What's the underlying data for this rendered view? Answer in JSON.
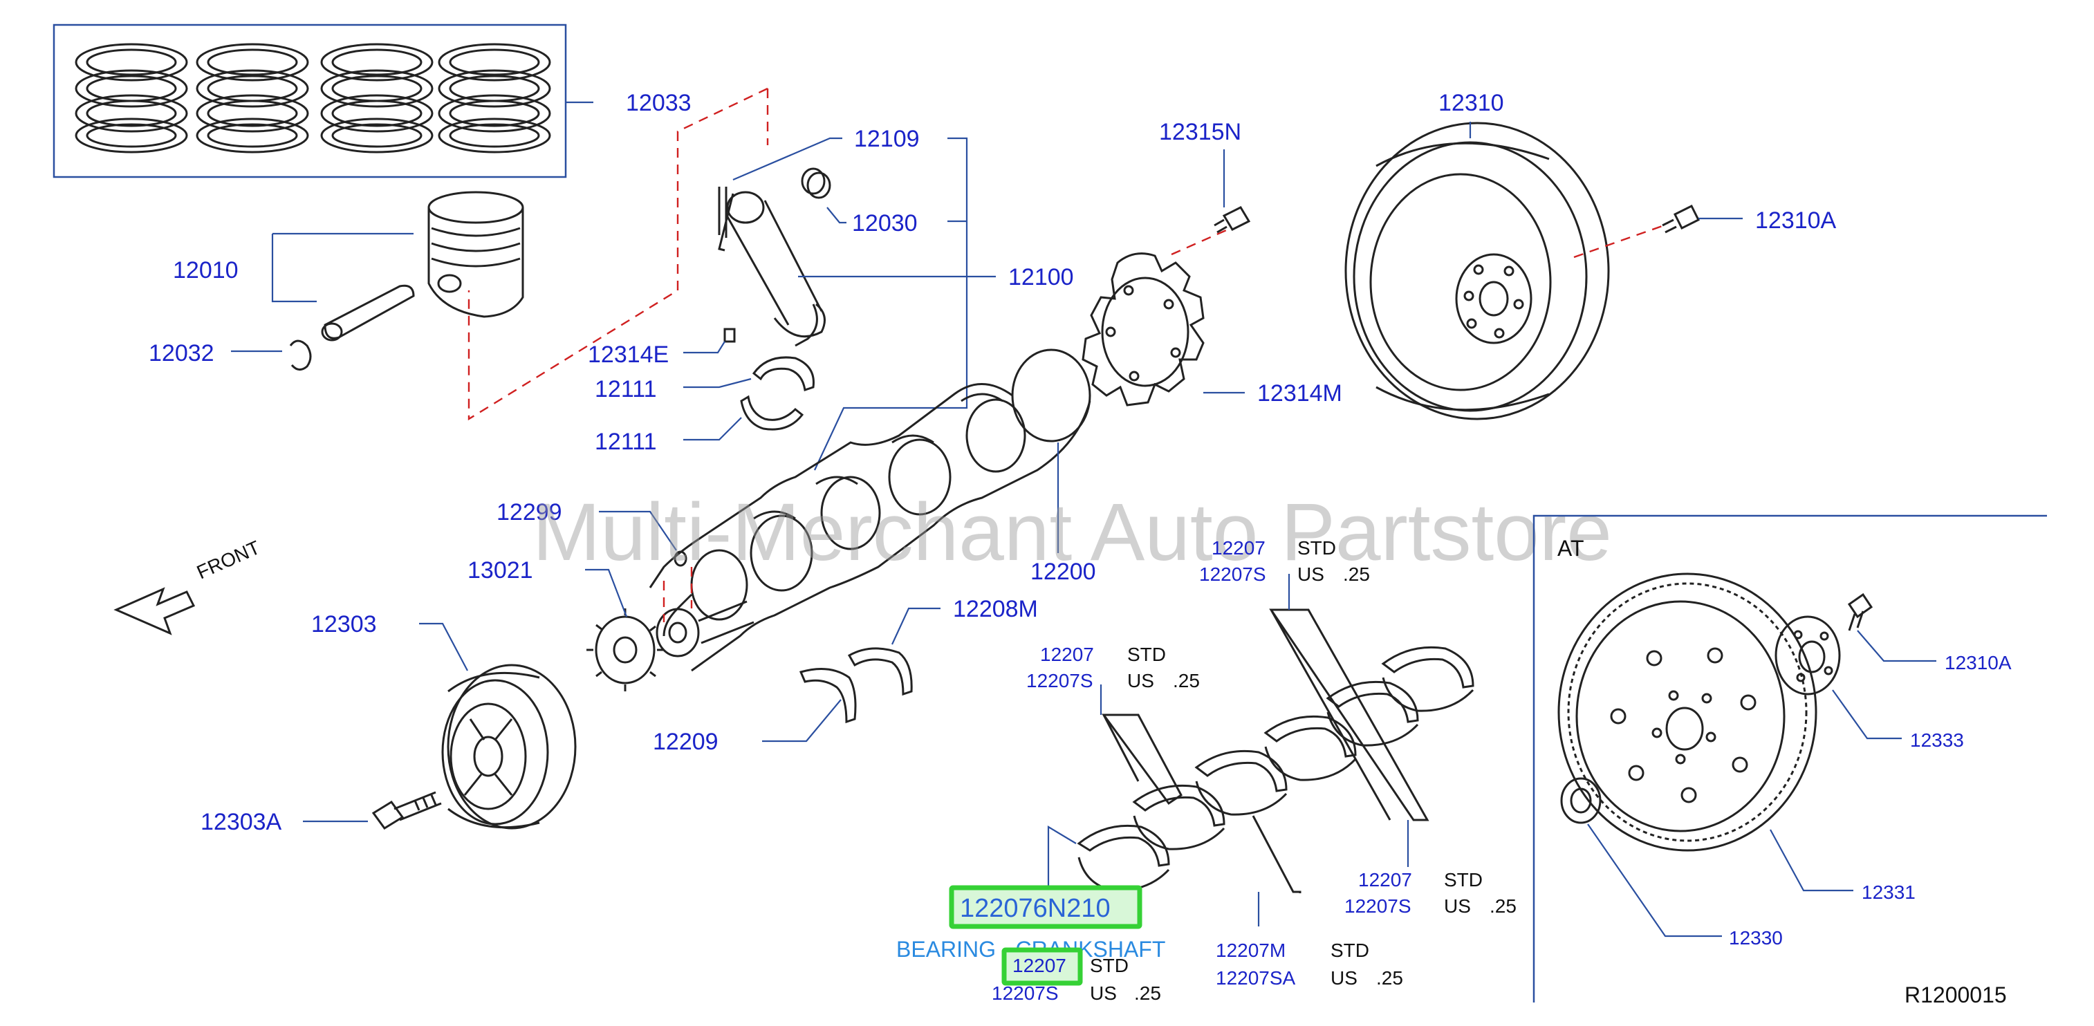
{
  "watermark": "Multi-Merchant Auto Partstore",
  "front_label": "FRONT",
  "at_label": "AT",
  "diagram_code": "R1200015",
  "part_labels": {
    "p12033": "12033",
    "p12109": "12109",
    "p12030": "12030",
    "p12100": "12100",
    "p12010": "12010",
    "p12032": "12032",
    "p12314E": "12314E",
    "p12111a": "12111",
    "p12111b": "12111",
    "p12299": "12299",
    "p13021": "13021",
    "p12303": "12303",
    "p12303A": "12303A",
    "p12200": "12200",
    "p12208M": "12208M",
    "p12209": "12209",
    "p12315N": "12315N",
    "p12314M": "12314M",
    "p12310": "12310",
    "p12310A": "12310A",
    "at12310A": "12310A",
    "at12333": "12333",
    "at12331": "12331",
    "at12330": "12330"
  },
  "bearing_groups": [
    {
      "code": "12207",
      "alt": "12207S",
      "std": "STD",
      "us": "US",
      "size": ".25"
    },
    {
      "code": "12207",
      "alt": "12207S",
      "std": "STD",
      "us": "US",
      "size": ".25"
    },
    {
      "code": "12207",
      "alt": "12207S",
      "std": "STD",
      "us": "US",
      "size": ".25"
    },
    {
      "code": "12207M",
      "alt": "12207SA",
      "std": "STD",
      "us": "US",
      "size": ".25"
    },
    {
      "code": "12207",
      "alt": "12207S",
      "std": "STD",
      "us": "US",
      "size": ".25"
    }
  ],
  "highlight": {
    "part_number": "122076N210",
    "description": "BEARING - CRANKSHAFT",
    "ref": "12207"
  },
  "colors": {
    "label": "#1a23c8",
    "leader": "#2a4fa0",
    "dashed": "#d02020",
    "highlight_border": "#35d135",
    "highlight_fill": "#d8f7d8",
    "description": "#2a8ae0"
  }
}
